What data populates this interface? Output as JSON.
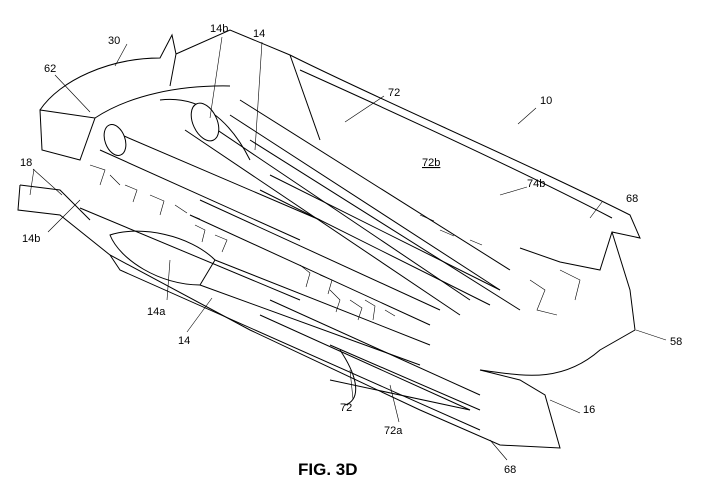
{
  "figure": {
    "caption": "FIG. 3D",
    "reference_labels": {
      "r30": "30",
      "r14b_top": "14b",
      "r14_top": "14",
      "r62": "62",
      "r72_top": "72",
      "r10": "10",
      "r18": "18",
      "r72b": "72b",
      "r74b": "74b",
      "r68_right": "68",
      "r14b_left": "14b",
      "r14a": "14a",
      "r14_bottom": "14",
      "r58": "58",
      "r72_bottom": "72",
      "r72a": "72a",
      "r16": "16",
      "r68_bottom": "68"
    }
  }
}
